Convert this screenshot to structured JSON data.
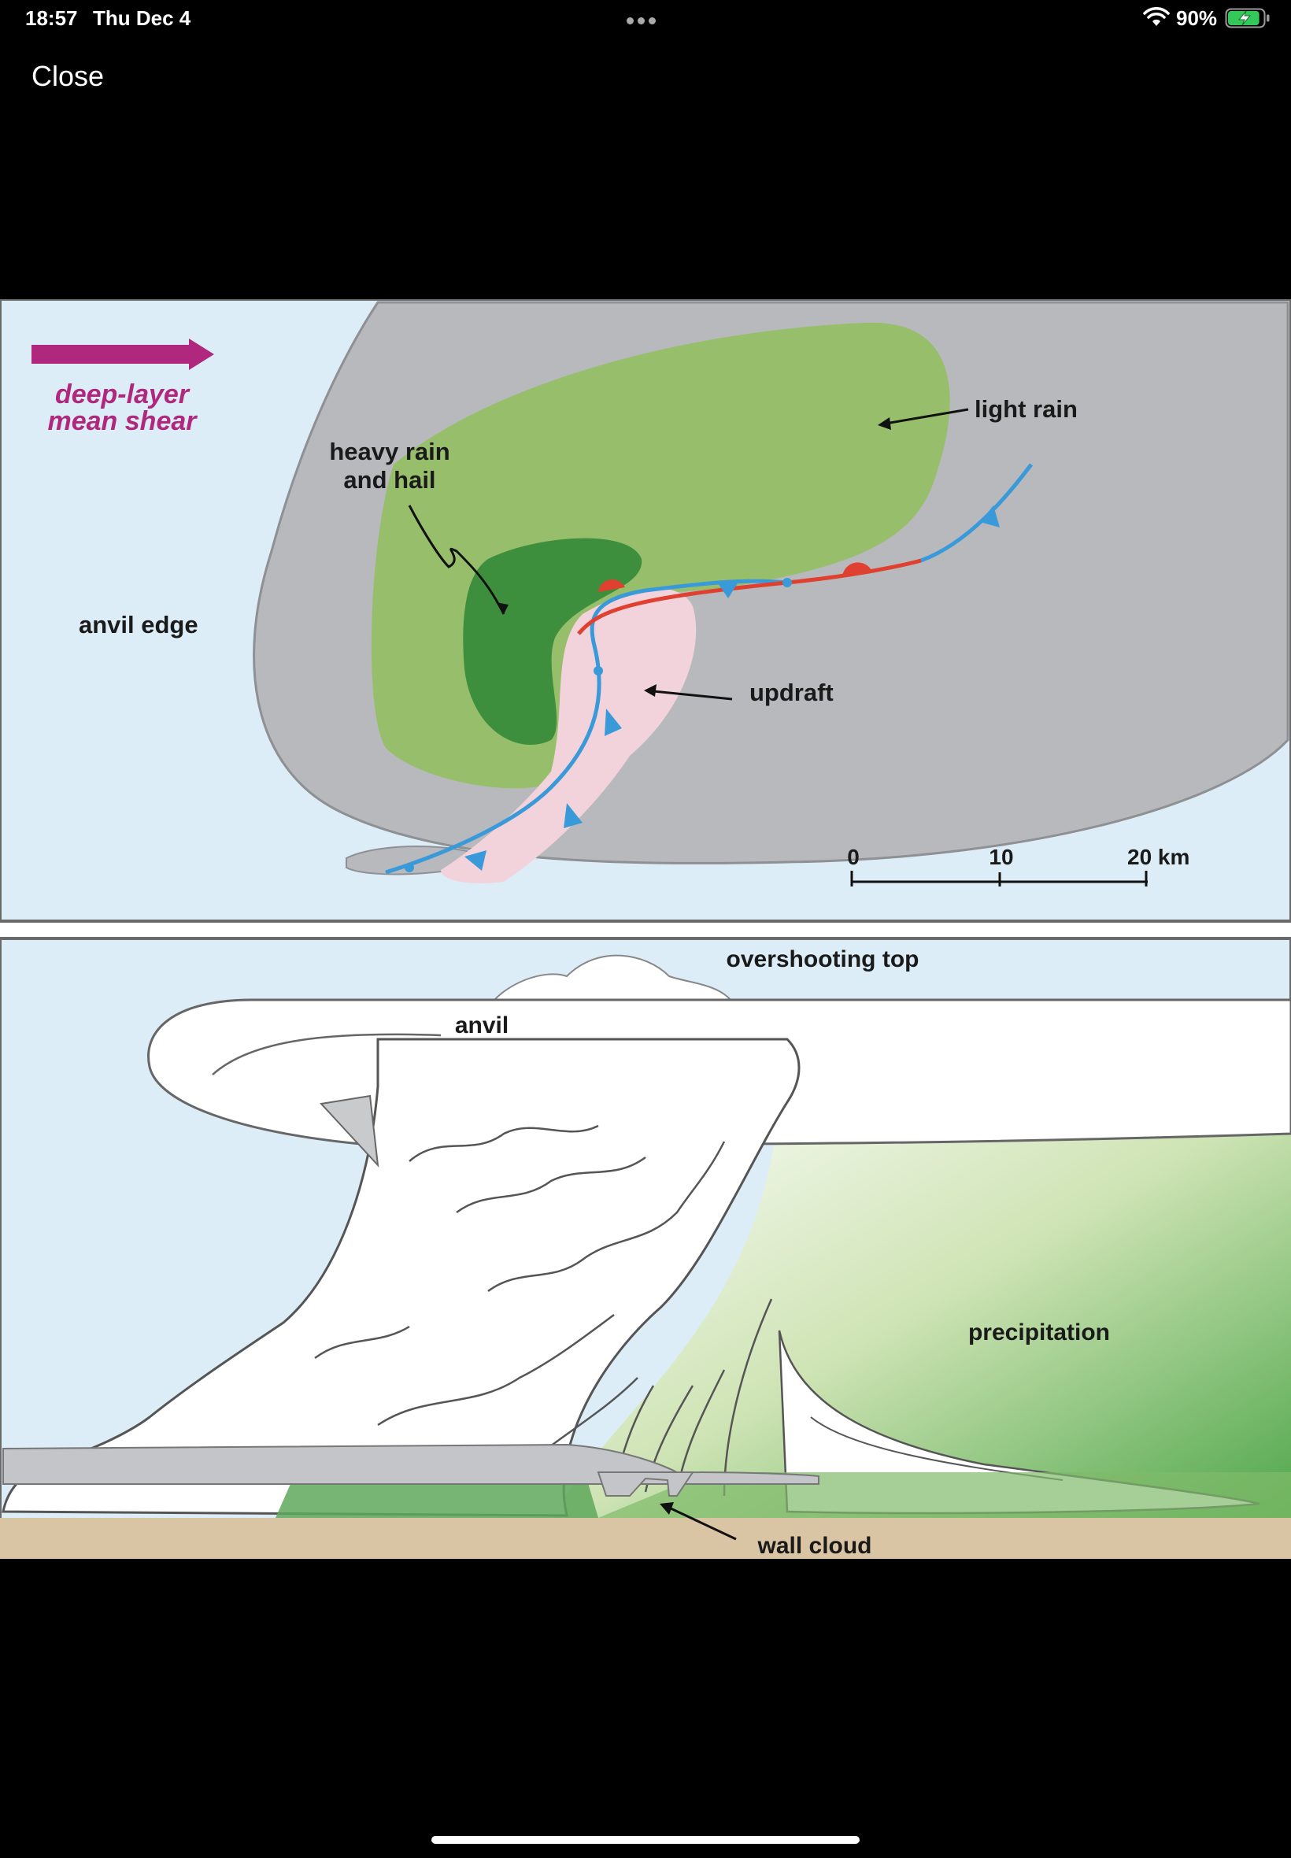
{
  "status_bar": {
    "time": "18:57",
    "date": "Thu Dec 4",
    "battery_percent": "90%",
    "battery_level": 0.9,
    "battery_charging": true,
    "battery_color": "#34c759"
  },
  "toolbar": {
    "close_label": "Close"
  },
  "figure": {
    "top_panel": {
      "shear_label_line1": "deep-layer",
      "shear_label_line2": "mean shear",
      "heavy_rain_line1": "heavy rain",
      "heavy_rain_line2": "and hail",
      "light_rain": "light rain",
      "anvil_edge": "anvil edge",
      "updraft": "updraft",
      "scale_ticks": [
        "0",
        "10",
        "20 km"
      ]
    },
    "bottom_panel": {
      "overshooting_top": "overshooting top",
      "anvil": "anvil",
      "precipitation": "precipitation",
      "wall_cloud": "wall cloud"
    },
    "colors": {
      "sky": "#dcedf8",
      "anvil_gray": "#b7b9bc",
      "light_rain": "#97be6a",
      "heavy_rain": "#3d8f3e",
      "updraft": "#f2d3dc",
      "cold_front": "#3a9ad9",
      "warm_front": "#e0402f",
      "shear_arrow": "#b0287e",
      "ground": "#d9c4a3"
    }
  }
}
